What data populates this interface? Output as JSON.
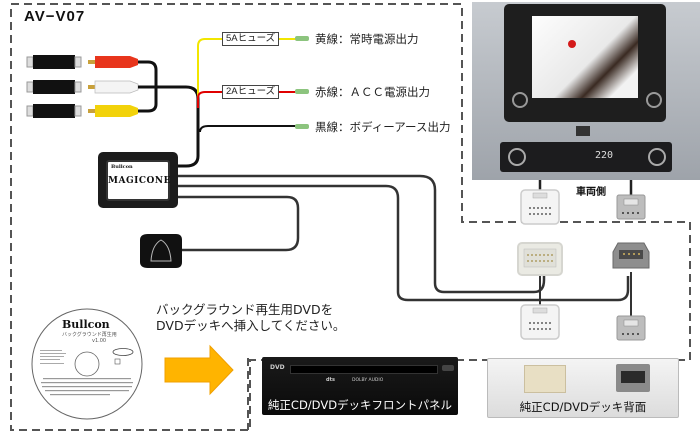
{
  "diagram": {
    "title": "AV−V07",
    "wires": [
      {
        "id": "yellow",
        "fuse": "5Aヒューズ",
        "label": "黄線：常時電源出力",
        "color": "#f2e600"
      },
      {
        "id": "red",
        "fuse": "2Aヒューズ",
        "label": "赤線：ＡＣＣ電源出力",
        "color": "#e00000"
      },
      {
        "id": "black",
        "fuse": "",
        "label": "黒線：ボディーアース出力",
        "color": "#111111"
      }
    ],
    "rca_plugs": [
      {
        "color_name": "red",
        "color": "#e8351c"
      },
      {
        "color_name": "white",
        "color": "#f2f2f2"
      },
      {
        "color_name": "yellow",
        "color": "#f2d20a"
      }
    ],
    "unit": {
      "brand": "Bullcon",
      "product": "MAGICONE"
    },
    "vehicle_side_label": "車両側",
    "display": {
      "clock": "220"
    },
    "disc": {
      "brand": "Bullcon",
      "subtitle": "バックグラウンド再生用",
      "version": "v1.00"
    },
    "instruction": {
      "line1": "バックグラウンド再生用DVDを",
      "line2": "DVDデッキへ挿入してください。"
    },
    "deck_front": {
      "caption": "純正CD/DVDデッキフロントパネル",
      "dvd_logo": "DVD",
      "dts_logo": "dts",
      "dolby_logo": "DOLBY AUDIO"
    },
    "deck_back": {
      "caption": "純正CD/DVDデッキ背面"
    },
    "colors": {
      "arrow": "#ffb400",
      "dashed_border": "#555555",
      "connector_tab": "#8cc47e"
    }
  }
}
